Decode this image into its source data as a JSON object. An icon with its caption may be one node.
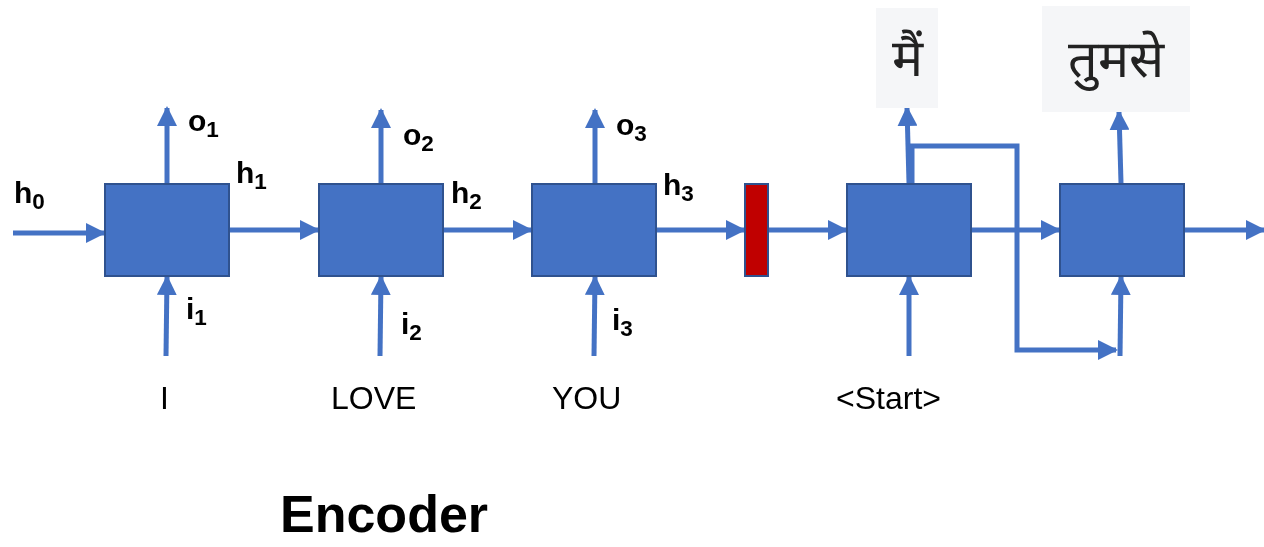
{
  "diagram": {
    "caption": "Encoder",
    "nodes": [
      {
        "text": [],
        "shape": "box"
      },
      {
        "text": [],
        "shape": "box"
      },
      {
        "text": [],
        "shape": "box"
      },
      {
        "text": [],
        "shape": "bar"
      },
      {
        "text": [],
        "shape": "box"
      },
      {
        "text": [],
        "shape": "box"
      },
      {
        "text": [
          "मैं"
        ]
      },
      {
        "text": [
          "तुमसे"
        ]
      }
    ],
    "edges": [
      {
        "from": null,
        "to": 0,
        "arrow": "to"
      },
      {
        "from": 0,
        "to": 1,
        "arrow": "to"
      },
      {
        "from": 1,
        "to": 2,
        "arrow": "to"
      },
      {
        "from": 2,
        "to": 3,
        "arrow": "to"
      },
      {
        "from": 3,
        "to": 4,
        "arrow": "to"
      },
      {
        "from": 4,
        "to": 5,
        "arrow": "to"
      },
      {
        "from": 5,
        "to": null,
        "arrow": "to"
      },
      {
        "from": 0,
        "to": null,
        "arrow": "to"
      },
      {
        "from": null,
        "to": 0,
        "arrow": "to"
      },
      {
        "from": 1,
        "to": null,
        "arrow": "to"
      },
      {
        "from": null,
        "to": 1,
        "arrow": "to"
      },
      {
        "from": 2,
        "to": null,
        "arrow": "to"
      },
      {
        "from": null,
        "to": 2,
        "arrow": "to"
      },
      {
        "from": 4,
        "to": 6,
        "arrow": "to"
      },
      {
        "from": null,
        "to": 4,
        "arrow": "to"
      },
      {
        "from": 5,
        "to": 7,
        "arrow": "to"
      },
      {
        "from": null,
        "to": 5,
        "arrow": "to"
      },
      {
        "from": 4,
        "to": null,
        "arrow": "to"
      }
    ],
    "labels": [
      "h$_{0}$",
      "o$_{1}$",
      "h$_{1}$",
      "i$_{1}$",
      "o$_{2}$",
      "h$_{2}$",
      "i$_{2}$",
      "o$_{3}$",
      "h$_{3}$",
      "i$_{3}$",
      "I",
      "LOVE",
      "YOU",
      "<Start>"
    ]
  }
}
